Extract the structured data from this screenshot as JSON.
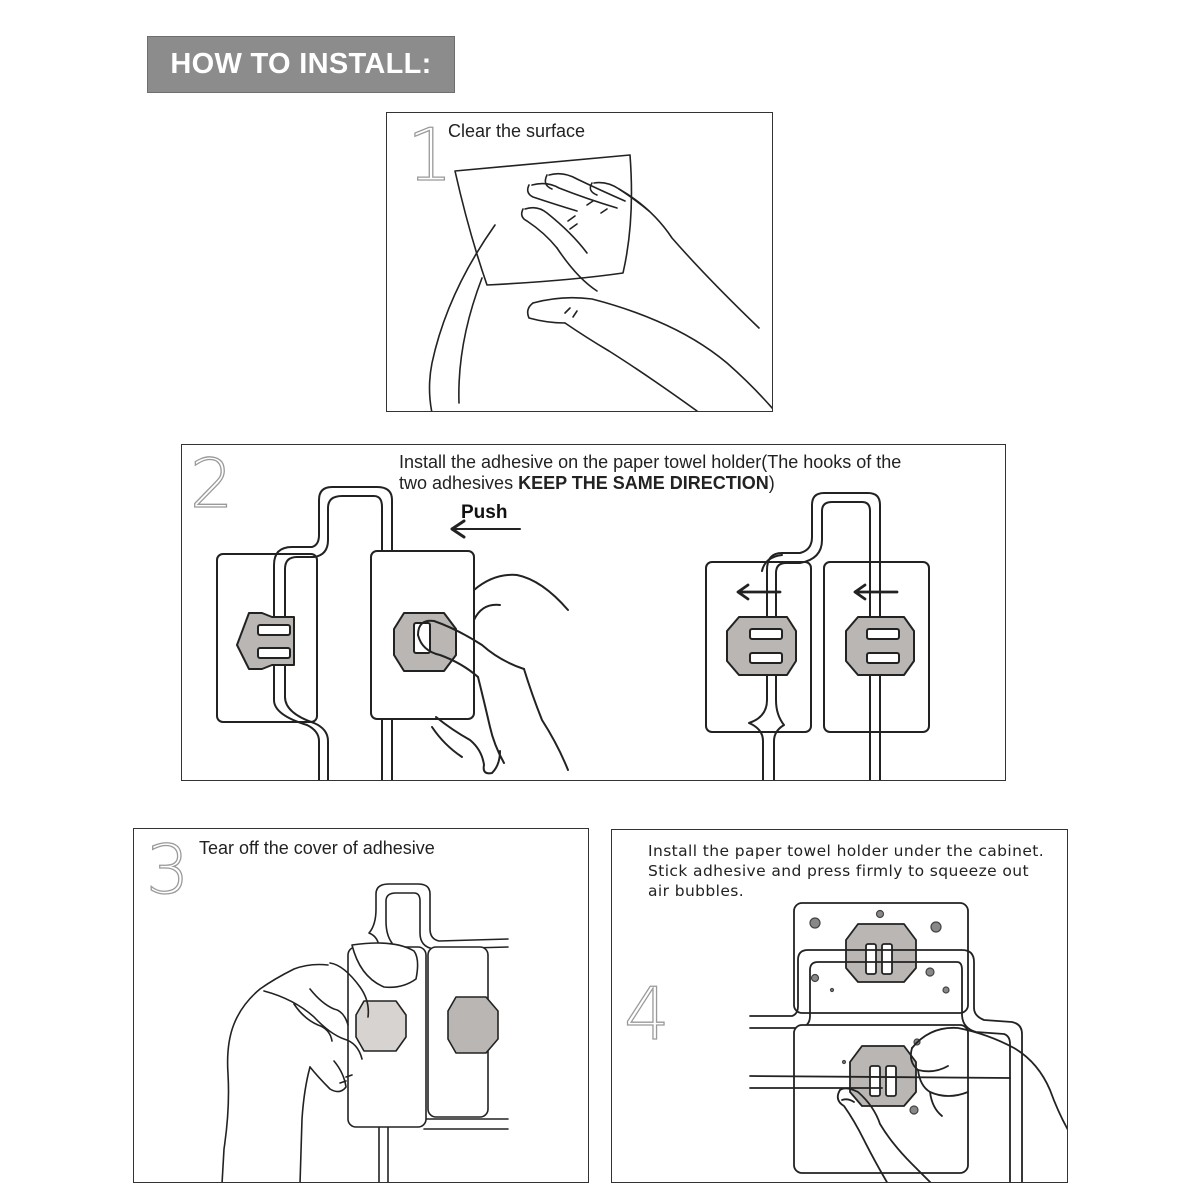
{
  "header": {
    "title": "HOW TO INSTALL:"
  },
  "steps": [
    {
      "number": "1",
      "text": "Clear the surface"
    },
    {
      "number": "2",
      "text_line1": "Install the adhesive on the paper towel holder(The hooks of the",
      "text_line2_pre": "two adhesives ",
      "text_line2_bold": "KEEP THE SAME DIRECTION",
      "text_line2_post": ")",
      "push_label": "Push"
    },
    {
      "number": "3",
      "text": "Tear off the cover of  adhesive"
    },
    {
      "number": "4",
      "text_line1": "Install the paper towel holder under the cabinet.",
      "text_line2": "Stick adhesive and press firmly to squeeze out",
      "text_line3": "air bubbles."
    }
  ],
  "colors": {
    "header_bg": "#8c8c8c",
    "header_text": "#ffffff",
    "pad_fill": "#b9b6b3",
    "line": "#222222"
  }
}
